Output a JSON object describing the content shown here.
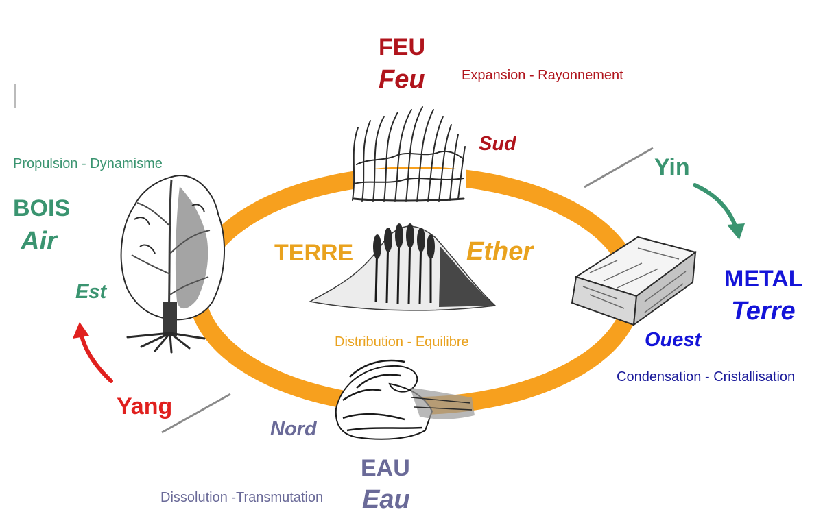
{
  "elements": {
    "feu": {
      "name": "FEU",
      "alt": "Feu",
      "direction": "Sud",
      "quality": "Expansion - Rayonnement"
    },
    "bois": {
      "name": "BOIS",
      "alt": "Air",
      "direction": "Est",
      "quality": "Propulsion - Dynamisme"
    },
    "metal": {
      "name": "METAL",
      "alt": "Terre",
      "direction": "Ouest",
      "quality": "Condensation - Cristallisation"
    },
    "eau": {
      "name": "EAU",
      "alt": "Eau",
      "direction": "Nord",
      "quality": "Dissolution -Transmutation"
    },
    "terre": {
      "name": "TERRE",
      "alt": "Ether",
      "quality": "Distribution - Equilibre"
    }
  },
  "cycle": {
    "yin": "Yin",
    "yang": "Yang"
  },
  "colors": {
    "ring": "#f7a01e",
    "feu": "#b0141c",
    "bois": "#3a9470",
    "metal": "#1414d8",
    "eau": "#6a6a98",
    "terre": "#e9a21e",
    "yin": "#3a9470",
    "yang": "#e0201e",
    "divider": "#8a8a8a"
  },
  "icons": [
    "fire-icon",
    "tree-icon",
    "metal-ingot-icon",
    "wave-icon",
    "wheat-mound-icon",
    "yin-arrow-icon",
    "yang-arrow-icon"
  ]
}
